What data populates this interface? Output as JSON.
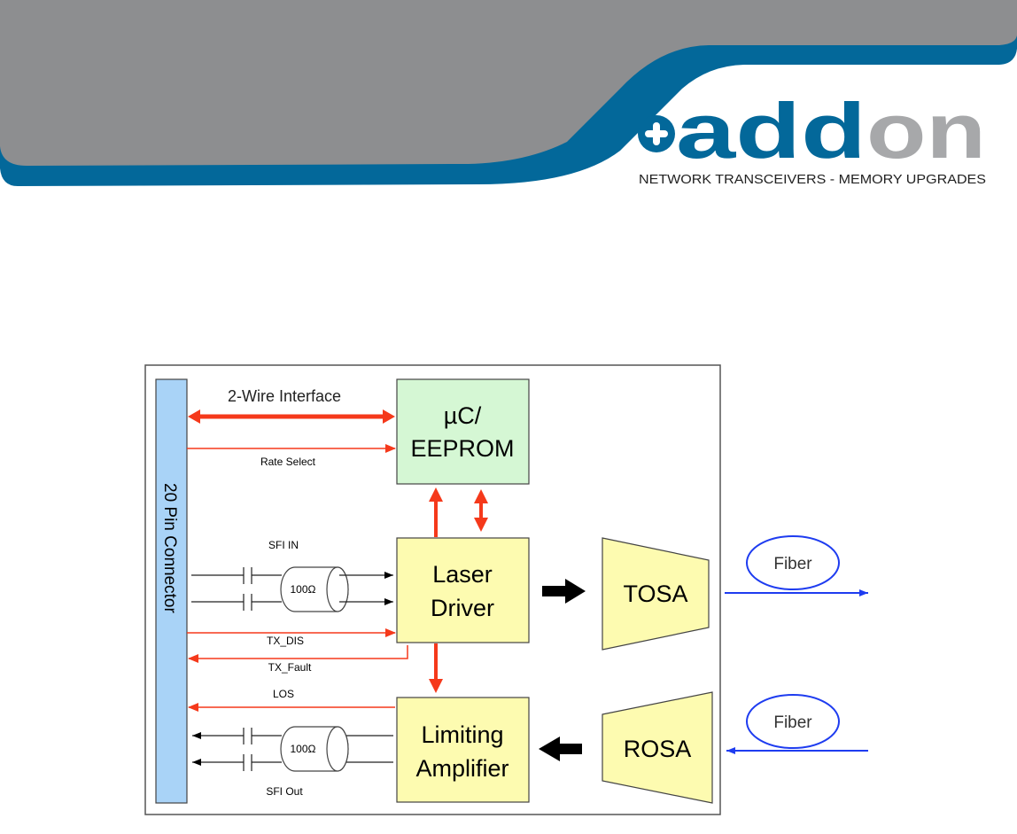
{
  "brand": {
    "logo_prefix": "add",
    "logo_suffix": "on",
    "tagline": "NETWORK TRANSCEIVERS - MEMORY UPGRADES",
    "colors": {
      "blue": "#03689a",
      "gray": "#8d8e90",
      "logo_gray": "#a7a8aa"
    }
  },
  "diagram": {
    "connector_label": "20 Pin Connector",
    "blocks": {
      "mcu": [
        "µC/",
        "EEPROM"
      ],
      "laser_driver": [
        "Laser",
        "Driver"
      ],
      "limiting_amp": [
        "Limiting",
        "Amplifier"
      ],
      "tosa": "TOSA",
      "rosa": "ROSA"
    },
    "signals": {
      "two_wire": "2-Wire Interface",
      "rate_select": "Rate Select",
      "sfi_in": "SFI IN",
      "tx_dis": "TX_DIS",
      "tx_fault": "TX_Fault",
      "los": "LOS",
      "sfi_out": "SFI Out"
    },
    "impedance_top": "100Ω",
    "impedance_bottom": "100Ω",
    "fiber_top": "Fiber",
    "fiber_bottom": "Fiber",
    "colors": {
      "connector_fill": "#a9d3f7",
      "mcu_fill": "#d5f7d4",
      "block_fill": "#fdfbb0",
      "signal_red": "#f5391b",
      "fiber_blue": "#1e3cf0"
    }
  }
}
